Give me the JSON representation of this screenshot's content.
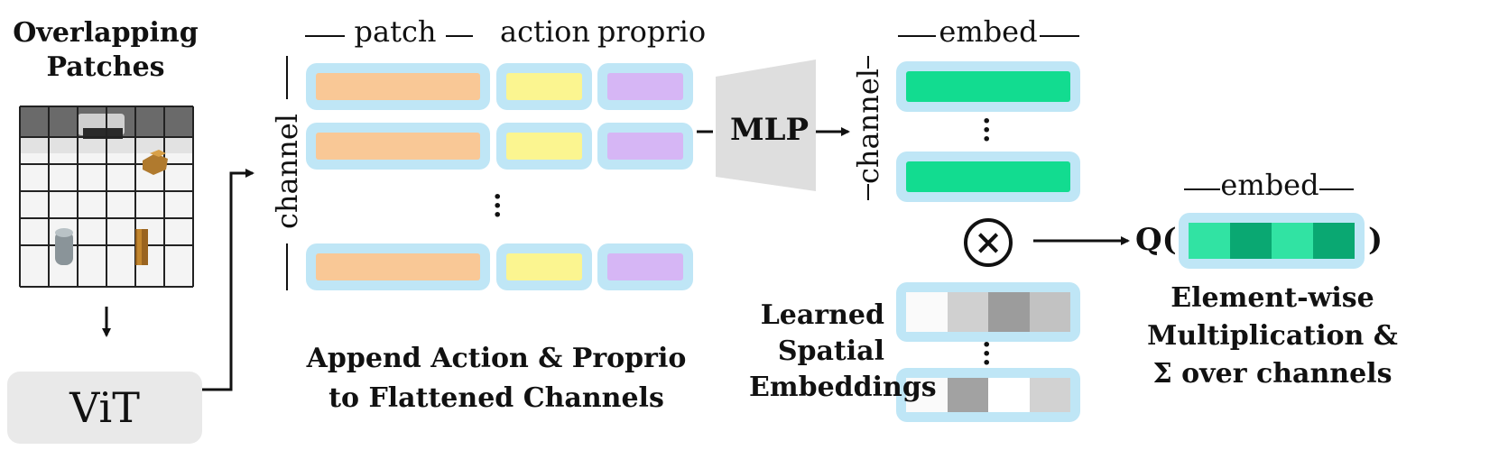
{
  "left_panel": {
    "title_line1": "Overlapping",
    "title_line2": "Patches",
    "vit_label": "ViT"
  },
  "columns": {
    "patch": "patch",
    "action": "action",
    "proprio": "proprio",
    "embed_top": "embed",
    "embed_right": "embed"
  },
  "axis": {
    "channel_left": "channel",
    "channel_right": "channel"
  },
  "mlp_label": "MLP",
  "captions": {
    "append_line1": "Append Action & Proprio",
    "append_line2": "to Flattened Channels",
    "learned_line1": "Learned",
    "learned_line2": "Spatial",
    "learned_line3": "Embeddings",
    "element_line1": "Element-wise",
    "element_line2": "Multiplication &",
    "element_line3": "Σ over channels"
  },
  "q_open": "Q(",
  "q_close": ")",
  "multiply_symbol": "×",
  "colors": {
    "patch": "#f9c896",
    "action": "#fbf590",
    "proprio": "#d6b6f5",
    "embed": "#12dc90",
    "container": "#bfe6f6",
    "frame": "#f9c88e",
    "vit_bg": "#e9e9e9",
    "mlp": "#dedede",
    "q_cells": [
      "#31e3a3",
      "#0aa872",
      "#31e3a3",
      "#0aa872"
    ],
    "spatial_row1": [
      "#fafafa",
      "#d0d0d0",
      "#9c9c9c",
      "#c2c2c2"
    ],
    "spatial_row2": [
      "#fafafa",
      "#a2a2a2",
      "#ffffff",
      "#d2d2d2"
    ]
  }
}
